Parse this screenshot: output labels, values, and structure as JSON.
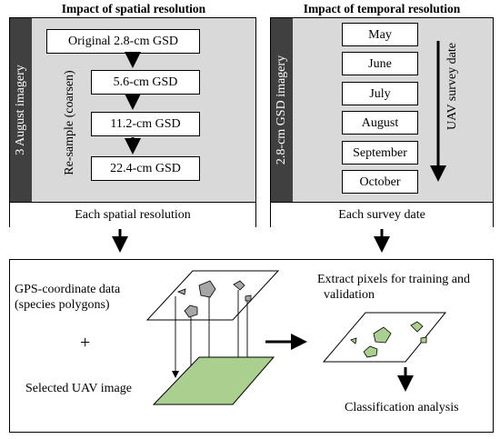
{
  "spatial": {
    "title": "Impact of spatial resolution",
    "sidebar_label": "3 August imagery",
    "resample_label": "Re-sample (coarsen)",
    "steps": [
      "Original 2.8-cm GSD",
      "5.6-cm GSD",
      "11.2-cm GSD",
      "22.4-cm GSD"
    ],
    "footer": "Each spatial resolution"
  },
  "temporal": {
    "title": "Impact of temporal resolution",
    "sidebar_label": "2.8-cm GSD imagery",
    "months": [
      "May",
      "June",
      "July",
      "August",
      "September",
      "October"
    ],
    "axis_label": "UAV survey date",
    "footer": "Each survey date"
  },
  "workflow": {
    "gps_label_line1": "GPS-coordinate data",
    "gps_label_line2": "(species polygons)",
    "plus": "+",
    "uav_label": "Selected UAV image",
    "extract_label_line1": "Extract pixels for training and",
    "extract_label_line2": "validation",
    "classification_label": "Classification analysis"
  },
  "colors": {
    "panel_bg": "#d9d9d9",
    "sidebar_bg": "#404040",
    "uav_image_fill": "#a9d08e",
    "polygon_gray": "#a6a6a6",
    "polygon_green": "#a9d08e"
  }
}
